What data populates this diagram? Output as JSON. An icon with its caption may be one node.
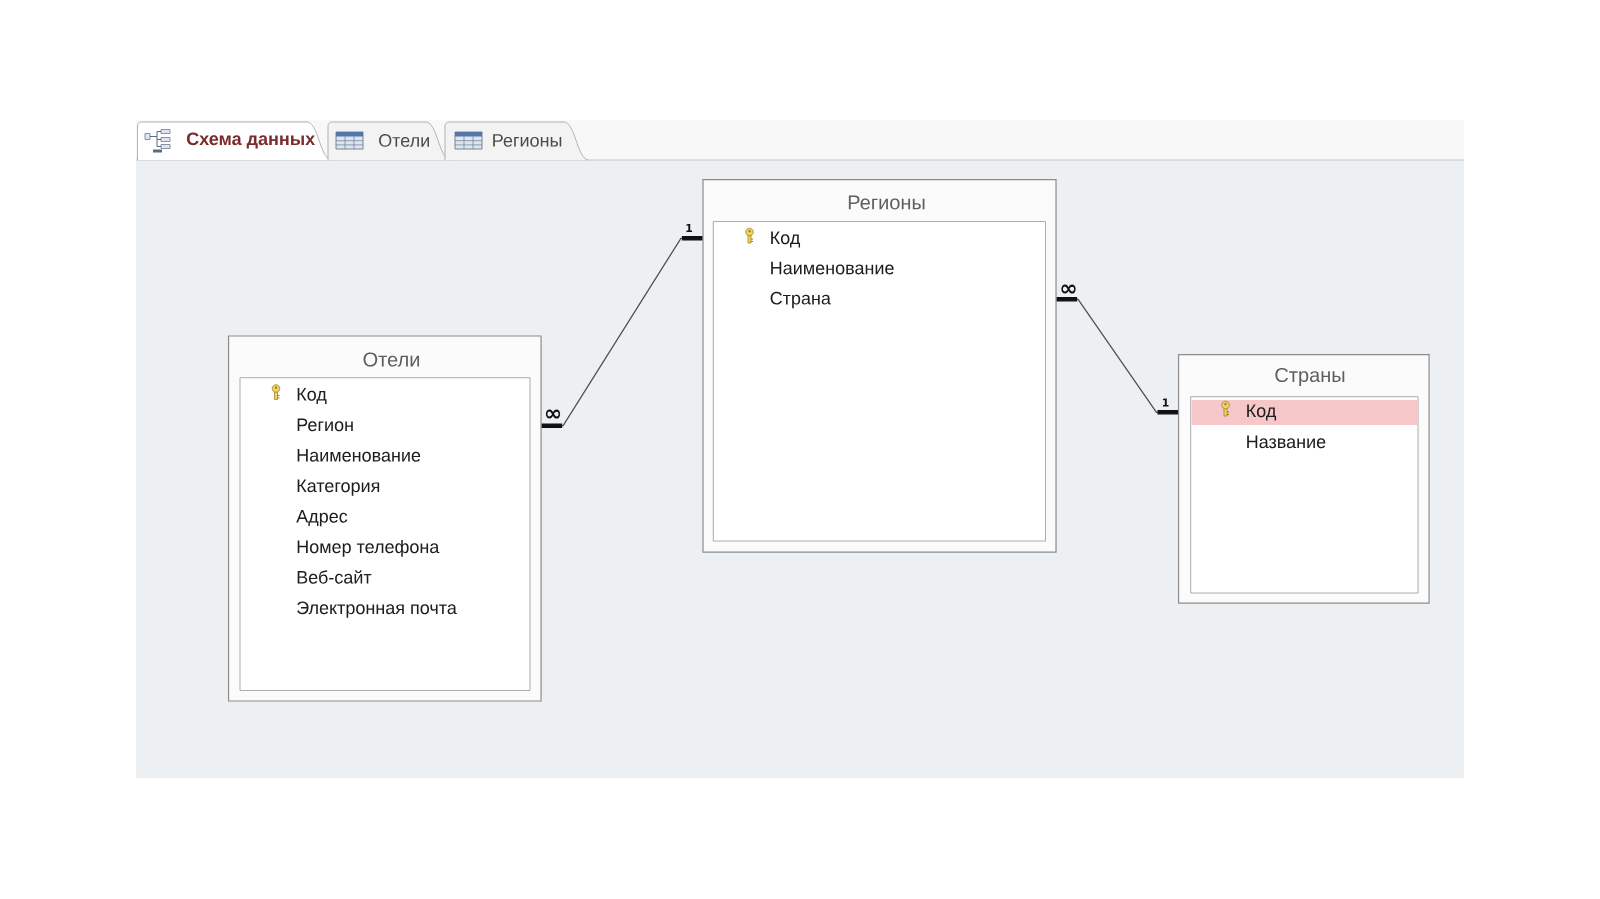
{
  "diagram": {
    "nodes": [
      {
        "text": [
          "Схема данных"
        ]
      },
      {
        "text": [
          "Отели"
        ]
      },
      {
        "text": [
          "Регионы"
        ]
      },
      {
        "text": [
          "Отели",
          "Код",
          "Регион",
          "Наименование",
          "Категория",
          "Адрес",
          "Номер телефона",
          "Веб-сайт",
          "Электронная почта"
        ]
      },
      {
        "text": [
          "Регионы",
          "Код",
          "Наименование",
          "Страна"
        ]
      },
      {
        "text": [
          "Страны",
          "Код",
          "Название"
        ]
      }
    ],
    "edges": [
      {
        "from": 3,
        "to": 4,
        "arrow": "other"
      },
      {
        "from": 4,
        "to": 5,
        "arrow": "other"
      }
    ],
    "labels": [
      "∞",
      "1",
      "∞",
      "1"
    ]
  }
}
